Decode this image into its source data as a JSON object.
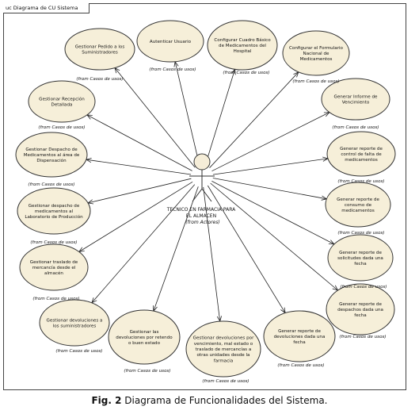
{
  "frame": {
    "tab_label": "uc Diagrama de CU Sistema"
  },
  "actor": {
    "name_line1": "TECNICO EN FARMACIA PARA",
    "name_line2": "EL ALMACEN",
    "stereotype": "(from Actores)"
  },
  "use_cases": [
    {
      "id": "uc1",
      "lines": [
        "Gestionar Pedido a los",
        "Suministradores"
      ],
      "from": "(from Casos de usos)"
    },
    {
      "id": "uc2",
      "lines": [
        "Autenticar Usuario"
      ],
      "from": "(from Casos de usos)"
    },
    {
      "id": "uc3",
      "lines": [
        "Configurar Cuadro Básico",
        "de Medicamentos del",
        "Hospital"
      ],
      "from": "(from Casos de usos)"
    },
    {
      "id": "uc4",
      "lines": [
        "Configurar el Formulario",
        "Nacional de",
        "Medicamentos"
      ],
      "from": "(from Casos de usos)"
    },
    {
      "id": "uc5",
      "lines": [
        "Gestionar Recepción",
        "Detallada"
      ],
      "from": "(from Casos de usos)"
    },
    {
      "id": "uc6",
      "lines": [
        "Generar Informe de",
        "Vencimiento"
      ],
      "from": "(from Casos de usos)"
    },
    {
      "id": "uc7",
      "lines": [
        "Gestionar Despacho de",
        "Medicamentos al área de",
        "Dispensación"
      ],
      "from": "(from Casos de usos)"
    },
    {
      "id": "uc8",
      "lines": [
        "Generar reporte de",
        "control de falta de",
        "medicamentos"
      ],
      "from": "(from Casos de usos)"
    },
    {
      "id": "uc9",
      "lines": [
        "Gestionar despacho de",
        "medicamentos al",
        "Laboratorio de Producción"
      ],
      "from": "(from Casos de usos)"
    },
    {
      "id": "uc10",
      "lines": [
        "Generar reporte de",
        "consumo de",
        "medicamentos"
      ],
      "from": "(from Casos de usos)"
    },
    {
      "id": "uc11",
      "lines": [
        "Gestionar traslado de",
        "mercancía desde el",
        "almacén"
      ],
      "from": "(from Casos de usos)"
    },
    {
      "id": "uc12",
      "lines": [
        "Generar reporte de",
        "solicitudes dada una",
        "fecha"
      ],
      "from": "(from Casos de usos)"
    },
    {
      "id": "uc13",
      "lines": [
        "Gestionar devoluciones a",
        "los suministradores"
      ],
      "from": "(from Casos de usos)"
    },
    {
      "id": "uc14",
      "lines": [
        "Generar reporte de",
        "despachos dada una",
        "fecha"
      ],
      "from": "(from Casos de usos)"
    },
    {
      "id": "uc15",
      "lines": [
        "Gestionar las",
        "devoluciones por retendo",
        "o buen estado"
      ],
      "from": "(from Casos de usos)"
    },
    {
      "id": "uc16",
      "lines": [
        "Gestionar devoluciones por",
        "vencimiento, mal estado o",
        "traslado de mercancías a",
        "otras unidades desde la",
        "farmacia"
      ],
      "from": "(from Casos de usos)"
    },
    {
      "id": "uc17",
      "lines": [
        "Generar reporte de",
        "devoluciones dada una",
        "fecha"
      ],
      "from": "(from Casos de usos)"
    }
  ],
  "caption": {
    "label": "Fig. 2",
    "text": " Diagrama de Funcionalidades  del Sistema."
  }
}
